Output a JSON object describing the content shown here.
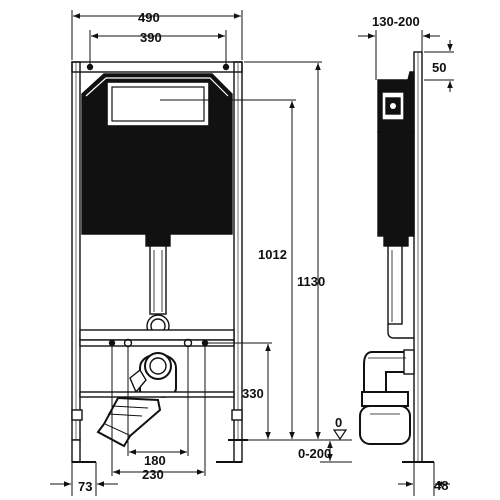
{
  "front_view": {
    "dim_total_width": "490",
    "dim_bracket_spacing": "390",
    "dim_height_1012": "1012",
    "dim_height_1130": "1130",
    "dim_height_330": "330",
    "dim_spacing_180": "180",
    "dim_spacing_230": "230",
    "dim_foot_73": "73",
    "dim_floor_level": "0",
    "dim_adjust_range": "0-200"
  },
  "side_view": {
    "dim_depth_range": "130-200",
    "dim_top_50": "50",
    "dim_foot_48": "48"
  },
  "colors": {
    "line": "#111111",
    "tank_fill": "#111111",
    "background": "#ffffff"
  }
}
